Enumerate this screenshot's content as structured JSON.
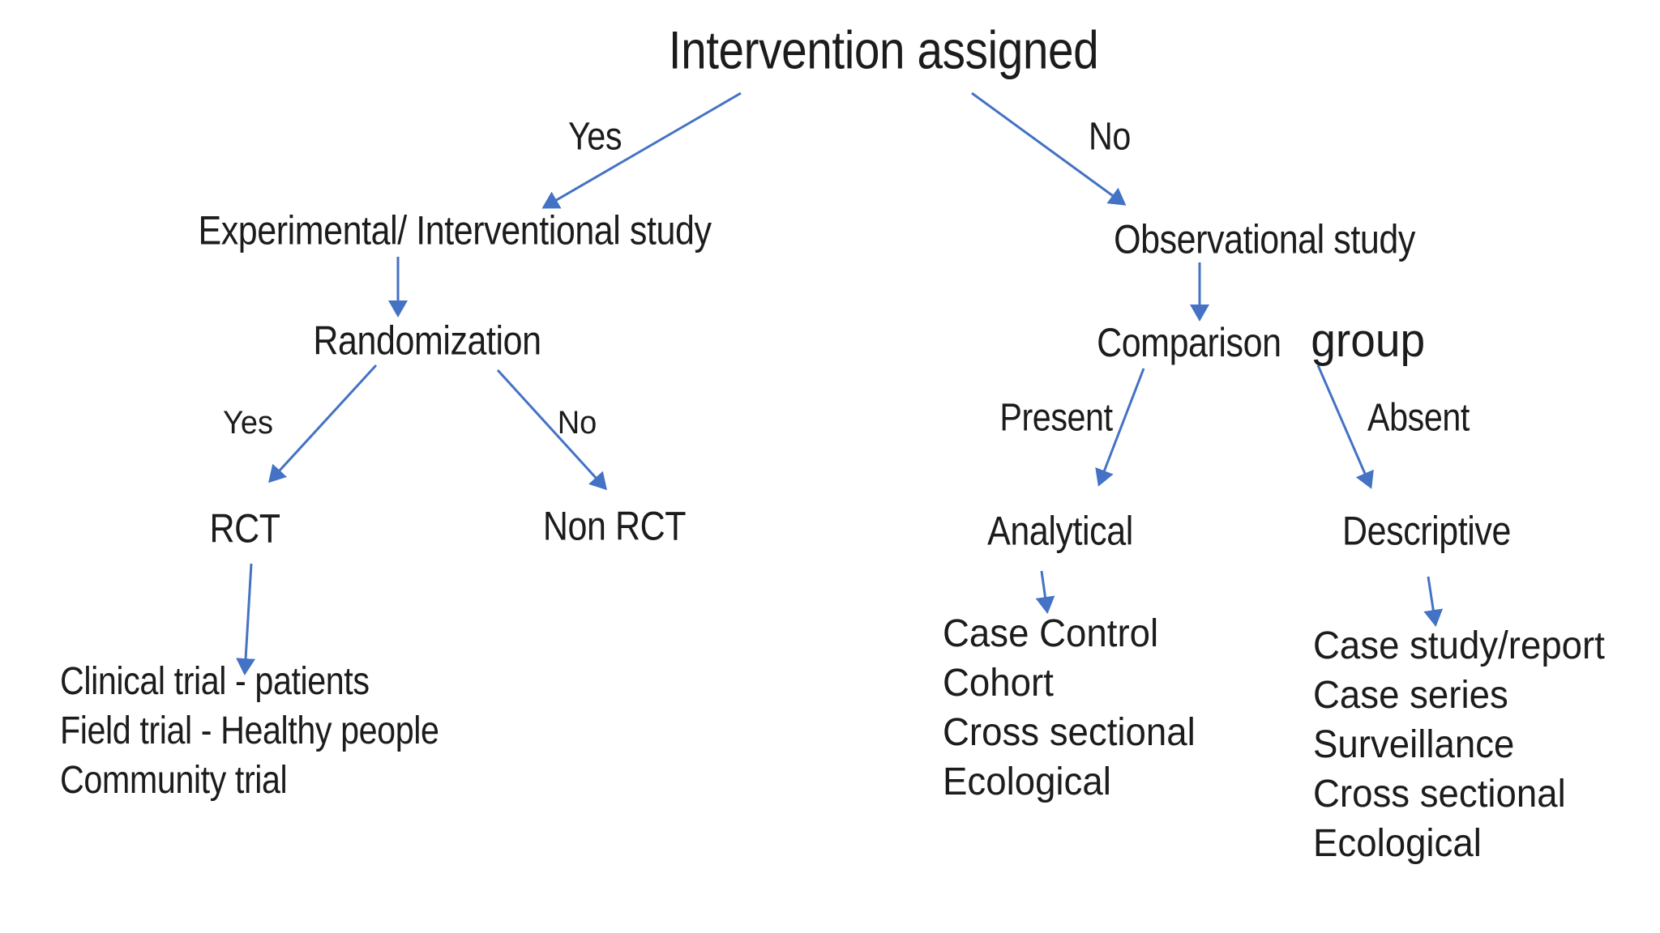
{
  "colors": {
    "arrow_blue": "#4472C4",
    "text": "#1C1C1C",
    "background": "#FFFFFF"
  },
  "root": {
    "title": "Intervention assigned"
  },
  "edges": {
    "yes_top": "Yes",
    "no_top": "No",
    "yes_randomization": "Yes",
    "no_randomization": "No",
    "present": "Present",
    "absent": "Absent"
  },
  "nodes": {
    "experimental": "Experimental/ Interventional study",
    "randomization": "Randomization",
    "rct": "RCT",
    "non_rct": "Non RCT",
    "observational": "Observational study",
    "comparison": "Comparison",
    "comparison_group_word": "group",
    "analytical": "Analytical",
    "descriptive": "Descriptive"
  },
  "lists": {
    "experimental_trials": [
      "Clinical trial - patients",
      "Field trial - Healthy people",
      "Community trial"
    ],
    "analytical_types": [
      "Case Control",
      "Cohort",
      "Cross sectional",
      "Ecological"
    ],
    "descriptive_types": [
      "Case study/report",
      "Case series",
      "Surveillance",
      "Cross sectional",
      "Ecological"
    ]
  }
}
